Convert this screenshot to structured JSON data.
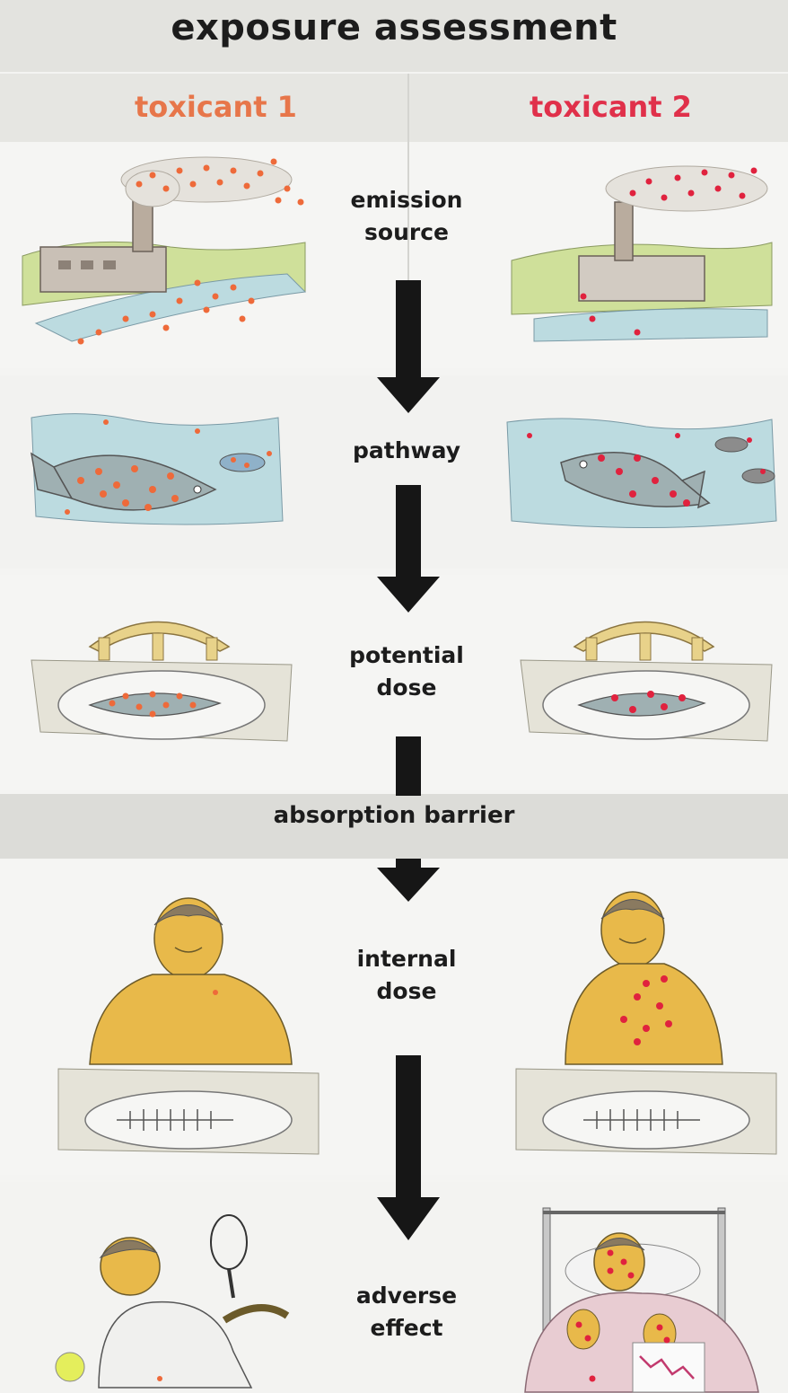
{
  "title": "exposure assessment",
  "columns": {
    "left": {
      "label": "toxicant 1",
      "color": "#e7764a"
    },
    "right": {
      "label": "toxicant 2",
      "color": "#e0304a"
    }
  },
  "stages": [
    {
      "id": "emission",
      "line1": "emission",
      "line2": "source"
    },
    {
      "id": "pathway",
      "line1": "pathway",
      "line2": ""
    },
    {
      "id": "potential",
      "line1": "potential",
      "line2": "dose"
    },
    {
      "id": "internal",
      "line1": "internal",
      "line2": "dose"
    },
    {
      "id": "adverse",
      "line1": "adverse",
      "line2": "effect"
    }
  ],
  "barrier": {
    "label": "absorption barrier"
  },
  "colors": {
    "background": "#f4f4f2",
    "band": "#e3e3df",
    "arrow": "#161616",
    "water": "#bcdbe0",
    "grass": "#cfe09a",
    "skin": "#e8b94a",
    "dot_toxicant_1": "#ee6a3a",
    "dot_toxicant_2": "#e0223e"
  }
}
